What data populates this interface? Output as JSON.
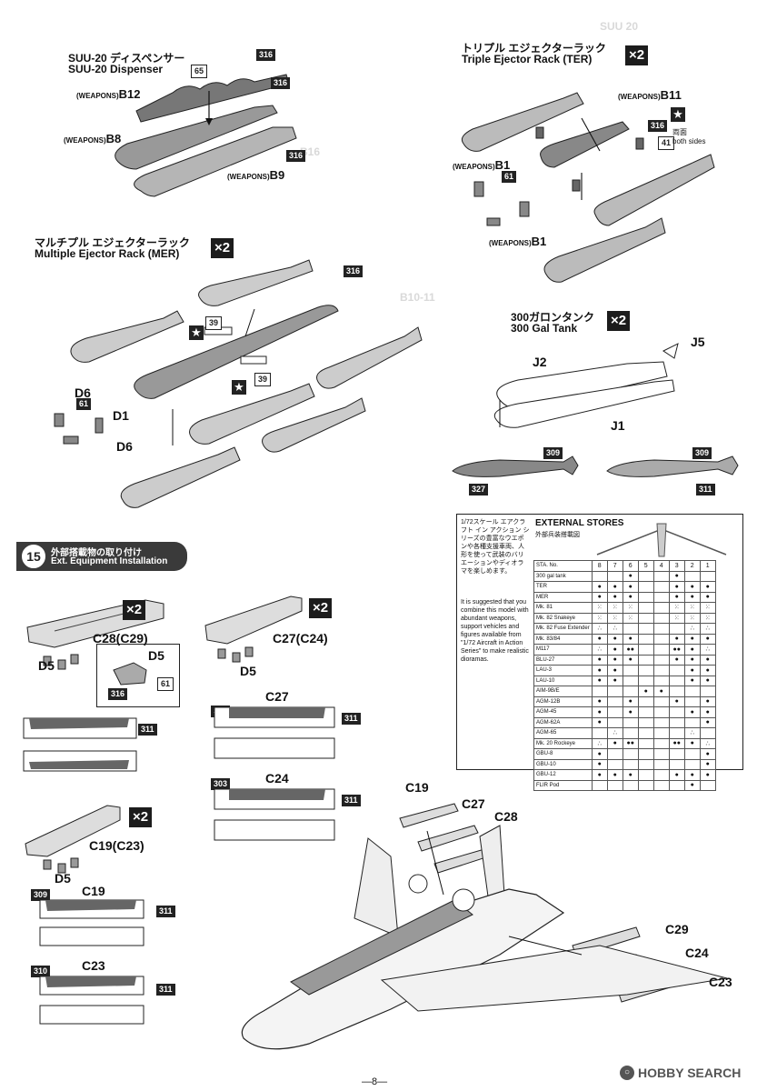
{
  "suu20": {
    "title_jp": "SUU-20 ディスペンサー",
    "title_en": "SUU-20 Dispenser"
  },
  "ter": {
    "title_jp": "トリプル エジェクターラック",
    "title_en": "Triple Ejector Rack (TER)",
    "qty": "×2",
    "both_sides_jp": "両面",
    "both_sides_en": "both sides"
  },
  "mer": {
    "title_jp": "マルチプル エジェクターラック",
    "title_en": "Multiple Ejector Rack (MER)",
    "qty": "×2"
  },
  "tank": {
    "title_jp": "300ガロンタンク",
    "title_en": "300 Gal Tank",
    "qty": "×2"
  },
  "weapons_prefix": "(WEAPONS)",
  "parts": {
    "B12": "B12",
    "B8": "B8",
    "B9": "B9",
    "B11": "B11",
    "B1": "B1",
    "D6": "D6",
    "D1": "D1",
    "D5": "D5",
    "J1": "J1",
    "J2": "J2",
    "J5": "J5",
    "C28_C29": "C28(C29)",
    "C27_C24": "C27(C24)",
    "C19_C23": "C19(C23)",
    "C27": "C27",
    "C24": "C24",
    "C19": "C19",
    "C23": "C23",
    "C28": "C28",
    "C29": "C29"
  },
  "paint_codes": {
    "p316": "316",
    "p65": "65",
    "p61": "61",
    "p39": "39",
    "p41": "41",
    "p309": "309",
    "p327": "327",
    "p311": "311",
    "p303": "303",
    "p310": "310"
  },
  "step15": {
    "number": "15",
    "title_jp": "外部搭載物の取り付け",
    "title_en": "Ext. Equipment Installation"
  },
  "x2": "×2",
  "note": {
    "jp": "1/72スケール エアクラフト イン アクション シリーズの豊富なウエポンや各種支援車両、人形を使って武装のバリエーションやディオラマを楽しめます。",
    "en": "It is suggested that you combine this model with abundant weapons, support vehicles and figures available from \"1/72 Aircraft in Action Series\" to make realistic dioramas."
  },
  "stores": {
    "title": "EXTERNAL STORES",
    "subtitle": "外部兵装搭載図",
    "header": "STA. No.",
    "stations": [
      "8",
      "7",
      "6",
      "5",
      "4",
      "3",
      "2",
      "1"
    ],
    "rows": [
      {
        "name": "300 gal tank",
        "v": [
          "",
          "",
          "●",
          "",
          "",
          "●",
          "",
          ""
        ]
      },
      {
        "name": "TER",
        "v": [
          "●",
          "●",
          "●",
          "",
          "",
          "●",
          "●",
          "●"
        ]
      },
      {
        "name": "MER",
        "v": [
          "●",
          "●",
          "●",
          "",
          "",
          "●",
          "●",
          "●"
        ]
      },
      {
        "name": "Mk. 81",
        "v": [
          "⁙",
          "⁙",
          "⁙",
          "",
          "",
          "⁙",
          "⁙",
          "⁙"
        ]
      },
      {
        "name": "Mk. 82 Snakeye",
        "v": [
          "⁙",
          "⁙",
          "⁙",
          "",
          "",
          "⁙",
          "⁙",
          "⁙"
        ]
      },
      {
        "name": "Mk. 82 Fuse Extender",
        "v": [
          "∴",
          "∴",
          "",
          "",
          "",
          "",
          "∴",
          "∴"
        ]
      },
      {
        "name": "Mk. 83/84",
        "v": [
          "●",
          "●",
          "●",
          "",
          "",
          "●",
          "●",
          "●"
        ]
      },
      {
        "name": "M117",
        "v": [
          "∴",
          "●",
          "●●",
          "",
          "",
          "●●",
          "●",
          "∴"
        ]
      },
      {
        "name": "BLU-27",
        "v": [
          "●",
          "●",
          "●",
          "",
          "",
          "●",
          "●",
          "●"
        ]
      },
      {
        "name": "LAU-3",
        "v": [
          "●",
          "●",
          "",
          "",
          "",
          "",
          "●",
          "●"
        ]
      },
      {
        "name": "LAU-10",
        "v": [
          "●",
          "●",
          "",
          "",
          "",
          "",
          "●",
          "●"
        ]
      },
      {
        "name": "AIM-9B/E",
        "v": [
          "",
          "",
          "",
          "●",
          "●",
          "",
          "",
          ""
        ]
      },
      {
        "name": "AGM-12B",
        "v": [
          "●",
          "",
          "●",
          "",
          "",
          "●",
          "",
          "●"
        ]
      },
      {
        "name": "AGM-45",
        "v": [
          "●",
          "",
          "●",
          "",
          "",
          "",
          "●",
          "●"
        ]
      },
      {
        "name": "AGM-62A",
        "v": [
          "●",
          "",
          "",
          "",
          "",
          "",
          "",
          "●"
        ]
      },
      {
        "name": "AGM-65",
        "v": [
          "",
          "∴",
          "",
          "",
          "",
          "",
          "∴",
          ""
        ]
      },
      {
        "name": "Mk. 20 Rockeye",
        "v": [
          "∴",
          "●",
          "●●",
          "",
          "",
          "●●",
          "●",
          "∴"
        ]
      },
      {
        "name": "GBU-8",
        "v": [
          "●",
          "",
          "",
          "",
          "",
          "",
          "",
          "●"
        ]
      },
      {
        "name": "GBU-10",
        "v": [
          "●",
          "",
          "",
          "",
          "",
          "",
          "",
          "●"
        ]
      },
      {
        "name": "GBU-12",
        "v": [
          "●",
          "●",
          "●",
          "",
          "",
          "●",
          "●",
          "●"
        ]
      },
      {
        "name": "FLIR Pod",
        "v": [
          "",
          "",
          "",
          "",
          "",
          "",
          "●",
          ""
        ]
      }
    ]
  },
  "watermark": "HOBBY SEARCH",
  "page_number": "—8—"
}
